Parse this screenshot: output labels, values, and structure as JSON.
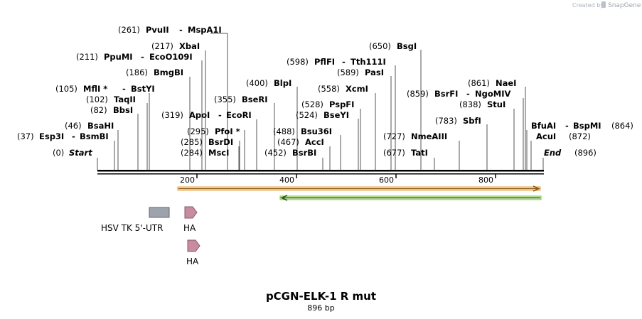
{
  "watermark": {
    "prefix": "Created by",
    "brand": "SnapGene"
  },
  "title": "pCGN-ELK-1 R mut",
  "subtitle": "896 bp",
  "sequence_length": 896,
  "ruler_ticks": [
    "200",
    "400",
    "600",
    "800"
  ],
  "ends": [
    {
      "pos": "(0)",
      "label": "Start"
    },
    {
      "pos": "(896)",
      "label": "End"
    }
  ],
  "sites": [
    {
      "pos": "(261)",
      "label": "PvuII",
      "label2": "MspA1I"
    },
    {
      "pos": "(217)",
      "label": "XbaI"
    },
    {
      "pos": "(211)",
      "label": "PpuMI",
      "label2": "EcoO109I"
    },
    {
      "pos": "(186)",
      "label": "BmgBI"
    },
    {
      "pos": "(105)",
      "label": "MflI *",
      "label2": "BstYI"
    },
    {
      "pos": "(102)",
      "label": "TaqII"
    },
    {
      "pos": "(82)",
      "label": "BbsI"
    },
    {
      "pos": "(46)",
      "label": "BsaHI"
    },
    {
      "pos": "(37)",
      "label": "Esp3I",
      "label2": "BsmBI"
    },
    {
      "pos": "(355)",
      "label": "BseRI"
    },
    {
      "pos": "(319)",
      "label": "ApoI",
      "label2": "EcoRI"
    },
    {
      "pos": "(295)",
      "label": "PfoI *"
    },
    {
      "pos": "(285)",
      "label": "BsrDI"
    },
    {
      "pos": "(284)",
      "label": "MscI"
    },
    {
      "pos": "(400)",
      "label": "BlpI"
    },
    {
      "pos": "(650)",
      "label": "BsgI"
    },
    {
      "pos": "(598)",
      "label": "PflFI",
      "label2": "Tth111I"
    },
    {
      "pos": "(589)",
      "label": "PasI"
    },
    {
      "pos": "(558)",
      "label": "XcmI"
    },
    {
      "pos": "(528)",
      "label": "PspFI"
    },
    {
      "pos": "(524)",
      "label": "BseYI"
    },
    {
      "pos": "(488)",
      "label": "Bsu36I"
    },
    {
      "pos": "(467)",
      "label": "AccI"
    },
    {
      "pos": "(452)",
      "label": "BsrBI"
    },
    {
      "pos": "(727)",
      "label": "NmeAIII"
    },
    {
      "pos": "(677)",
      "label": "TatI"
    },
    {
      "pos": "(861)",
      "label": "NaeI"
    },
    {
      "pos": "(859)",
      "label": "BsrFI",
      "label2": "NgoMIV"
    },
    {
      "pos": "(838)",
      "label": "StuI"
    },
    {
      "pos": "(783)",
      "label": "SbfI"
    },
    {
      "pos": "(864)",
      "label": "BfuAI",
      "label2": "BspMI"
    },
    {
      "pos": "(872)",
      "label": "AcuI"
    }
  ],
  "features": [
    {
      "label": "HSV TK 5'-UTR",
      "color": "#9ca3ad"
    },
    {
      "label": "HA",
      "color": "#c78ca0"
    },
    {
      "label": "HA",
      "color": "#c78ca0"
    }
  ],
  "arrow_colors": {
    "forward": "#f2a93b",
    "reverse": "#7cc443"
  }
}
